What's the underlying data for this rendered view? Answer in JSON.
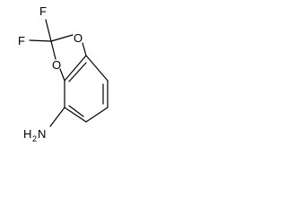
{
  "molecule": {
    "atoms": {
      "fluorine_top": "F",
      "fluorine_left": "F",
      "oxygen_top": "O",
      "oxygen_left": "O",
      "amine_h": "H",
      "amine_h_count": "2",
      "amine_n": "N"
    },
    "colors": {
      "bond": "#000000",
      "label": "#000000",
      "background": "#ffffff"
    }
  }
}
